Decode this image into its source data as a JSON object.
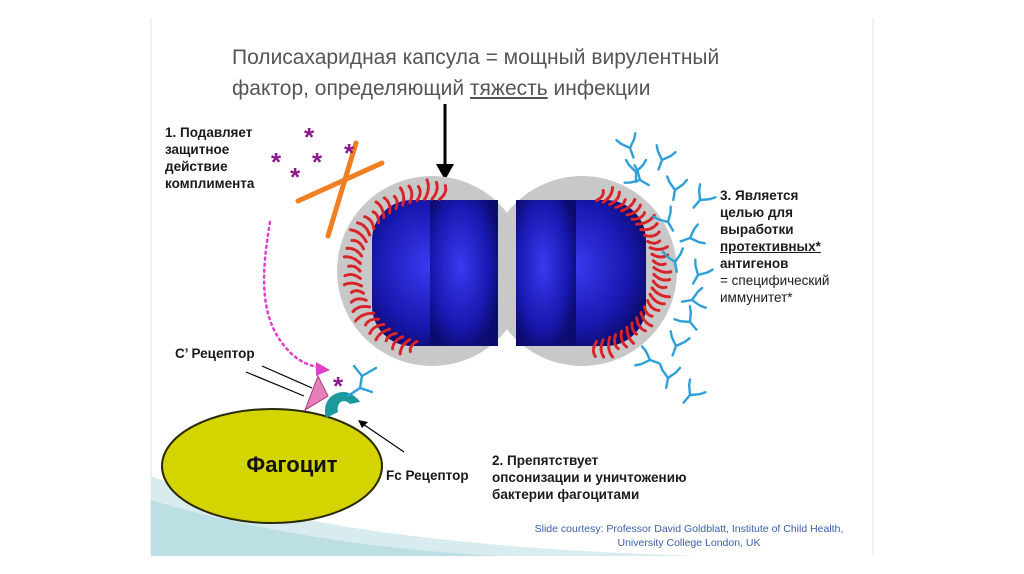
{
  "title": {
    "line1": "Полисахаридная капсула = мощный вирулентный",
    "line2_pre": "фактор, определяющий ",
    "line2_ul": "тяжесть",
    "line2_post": " инфекции"
  },
  "label1": {
    "line1": "1. Подавляет",
    "line2": "защитное",
    "line3": "действие",
    "line4": "комплимента"
  },
  "label2": {
    "line1": "2. Препятствует",
    "line2": "опсонизации и уничтожению",
    "line3": "бактерии фагоцитами"
  },
  "label3": {
    "line1": "3. Является",
    "line2": "целью для",
    "line3": "выработки",
    "line4": "протективных*",
    "line5": "антигенов",
    "line6": "= специфический",
    "line7": "иммунитет*"
  },
  "c_receptor": "C’ Рецептор",
  "fc_receptor": "Fc Рецептор",
  "phagocyte": "Фагоцит",
  "credit": {
    "line1": "Slide courtesy: Professor David Goldblatt, Institute of Child Health,",
    "line2": "University College London, UK"
  },
  "complement_symbol": "*",
  "colors": {
    "capsule": "#c8c8c8",
    "bacterium": "#1a1aa8",
    "polysaccharide": "#d8232a",
    "antibody": "#2f9fd8",
    "complement": "#8b1a8b",
    "cross": "#f07f22",
    "phagocyte": "#d4d400",
    "c_receptor": "#e87fb8",
    "fc_receptor": "#1a9a9a",
    "pointer": "#e040c8"
  }
}
